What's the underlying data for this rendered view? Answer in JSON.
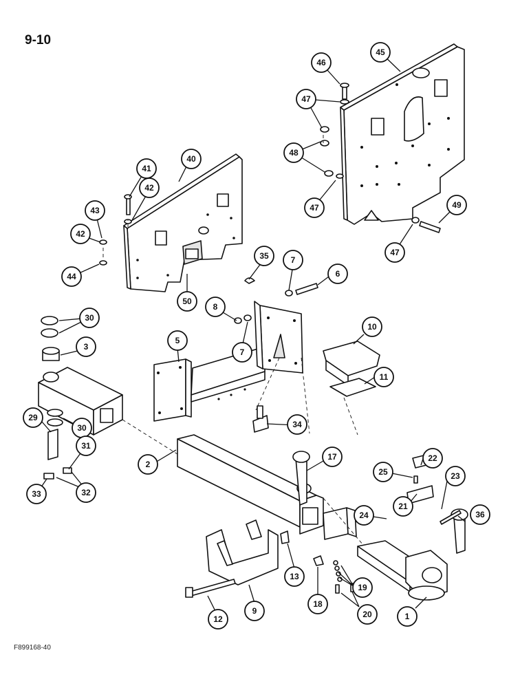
{
  "page": {
    "page_number": "9-10",
    "figure_code": "F899168-40"
  },
  "callouts": [
    "1",
    "2",
    "3",
    "5",
    "6",
    "7",
    "7",
    "8",
    "9",
    "10",
    "11",
    "12",
    "13",
    "17",
    "18",
    "19",
    "20",
    "21",
    "22",
    "23",
    "24",
    "25",
    "29",
    "30",
    "30",
    "31",
    "32",
    "33",
    "34",
    "35",
    "36",
    "40",
    "41",
    "42",
    "42",
    "43",
    "44",
    "45",
    "46",
    "47",
    "47",
    "47",
    "48",
    "49",
    "50"
  ]
}
